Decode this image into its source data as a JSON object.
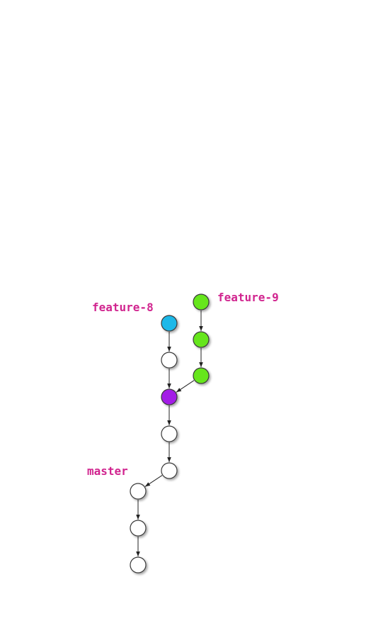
{
  "colors": {
    "label": "#d1258f",
    "commit_default": "#ffffff",
    "commit_feature8": "#1cb8e8",
    "commit_feature9": "#66e61e",
    "commit_merge": "#a31ee6"
  },
  "branches": {
    "feature8": "feature-8",
    "feature9": "feature-9",
    "master": "master"
  },
  "commits": [
    {
      "id": "f8-tip",
      "kind": "feature8"
    },
    {
      "id": "f8-1",
      "kind": "default"
    },
    {
      "id": "f9-tip",
      "kind": "feature9"
    },
    {
      "id": "f9-1",
      "kind": "feature9"
    },
    {
      "id": "f9-2",
      "kind": "feature9"
    },
    {
      "id": "merge",
      "kind": "merge"
    },
    {
      "id": "c6",
      "kind": "default"
    },
    {
      "id": "c7",
      "kind": "default"
    },
    {
      "id": "master-tip",
      "kind": "default"
    },
    {
      "id": "m1",
      "kind": "default"
    },
    {
      "id": "m2",
      "kind": "default"
    }
  ],
  "edges": [
    [
      "f8-tip",
      "f8-1"
    ],
    [
      "f8-1",
      "merge"
    ],
    [
      "f9-tip",
      "f9-1"
    ],
    [
      "f9-1",
      "f9-2"
    ],
    [
      "f9-2",
      "merge"
    ],
    [
      "merge",
      "c6"
    ],
    [
      "c6",
      "c7"
    ],
    [
      "c7",
      "master-tip"
    ],
    [
      "master-tip",
      "m1"
    ],
    [
      "m1",
      "m2"
    ]
  ]
}
